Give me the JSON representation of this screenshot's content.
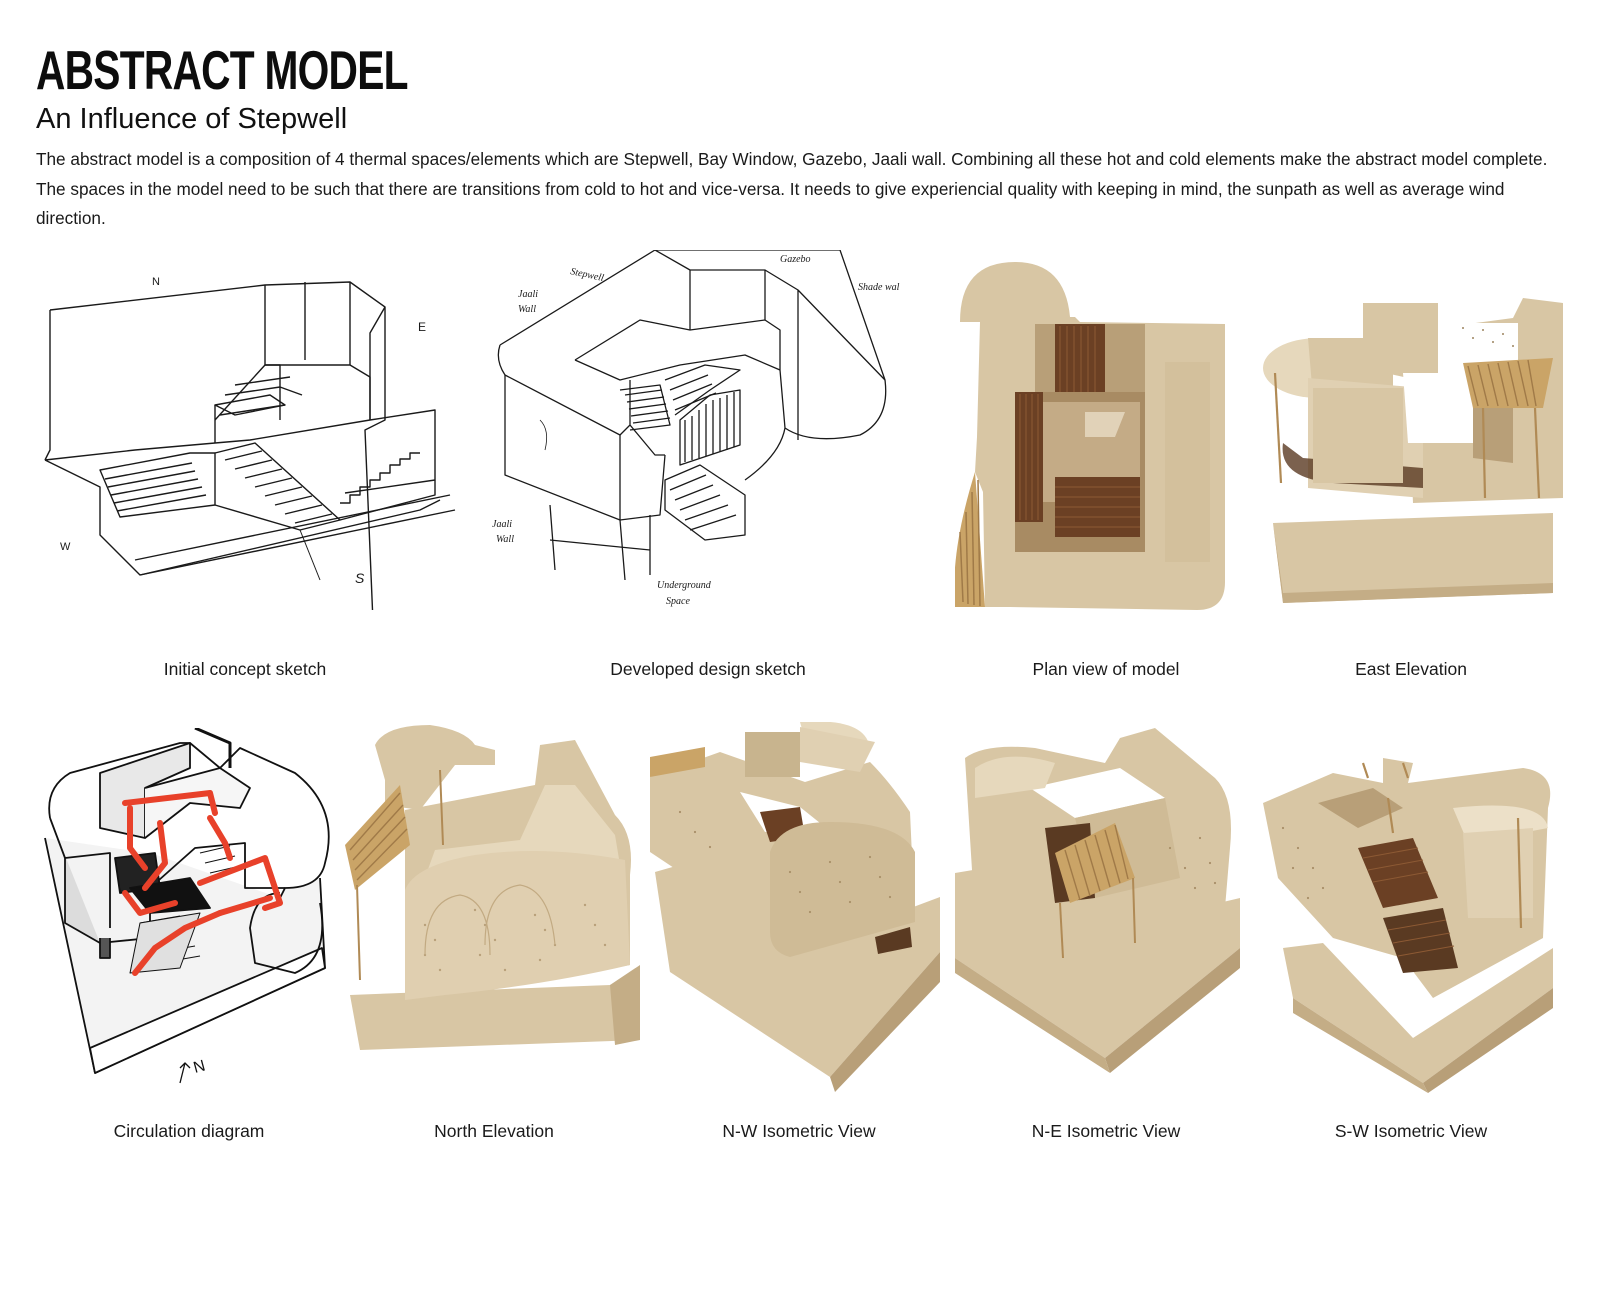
{
  "header": {
    "title": "ABSTRACT MODEL",
    "subtitle": "An Influence of Stepwell",
    "description": "The abstract model is a composition of 4 thermal spaces/elements which  are Stepwell, Bay Window, Gazebo, Jaali wall.  Combining all these hot and cold elements make the abstract model complete. The spaces in the model need to be such that there are transitions from cold to hot and vice-versa. It needs to give experiencial quality with keeping in mind, the sunpath as well as average wind direction."
  },
  "figures": {
    "concept_sketch": {
      "caption": "Initial concept sketch",
      "labels": {
        "n": "N",
        "e": "E",
        "w": "W",
        "s": "S"
      }
    },
    "design_sketch": {
      "caption": "Developed design sketch",
      "labels": {
        "jaali1": "Jaali",
        "wall1": "Wall",
        "stepwell": "Stepwell",
        "gazebo": "Gazebo",
        "shade": "Shade wal",
        "jaali2": "Jaali",
        "wall2": "Wall",
        "under": "Underground",
        "space": "Space"
      }
    },
    "plan_view": {
      "caption": "Plan view of model"
    },
    "east_elevation": {
      "caption": "East Elevation"
    },
    "circulation": {
      "caption": "Circulation diagram",
      "north": "N"
    },
    "north_elevation": {
      "caption": "North Elevation"
    },
    "nw_iso": {
      "caption": "N-W Isometric View"
    },
    "ne_iso": {
      "caption": "N-E Isometric View"
    },
    "sw_iso": {
      "caption": "S-W Isometric View"
    }
  },
  "colors": {
    "card": "#d8c6a4",
    "card_light": "#e6d8bc",
    "card_dark": "#b89f78",
    "wood": "#7a4a2a",
    "stick": "#caa467",
    "red": "#e8412a"
  }
}
